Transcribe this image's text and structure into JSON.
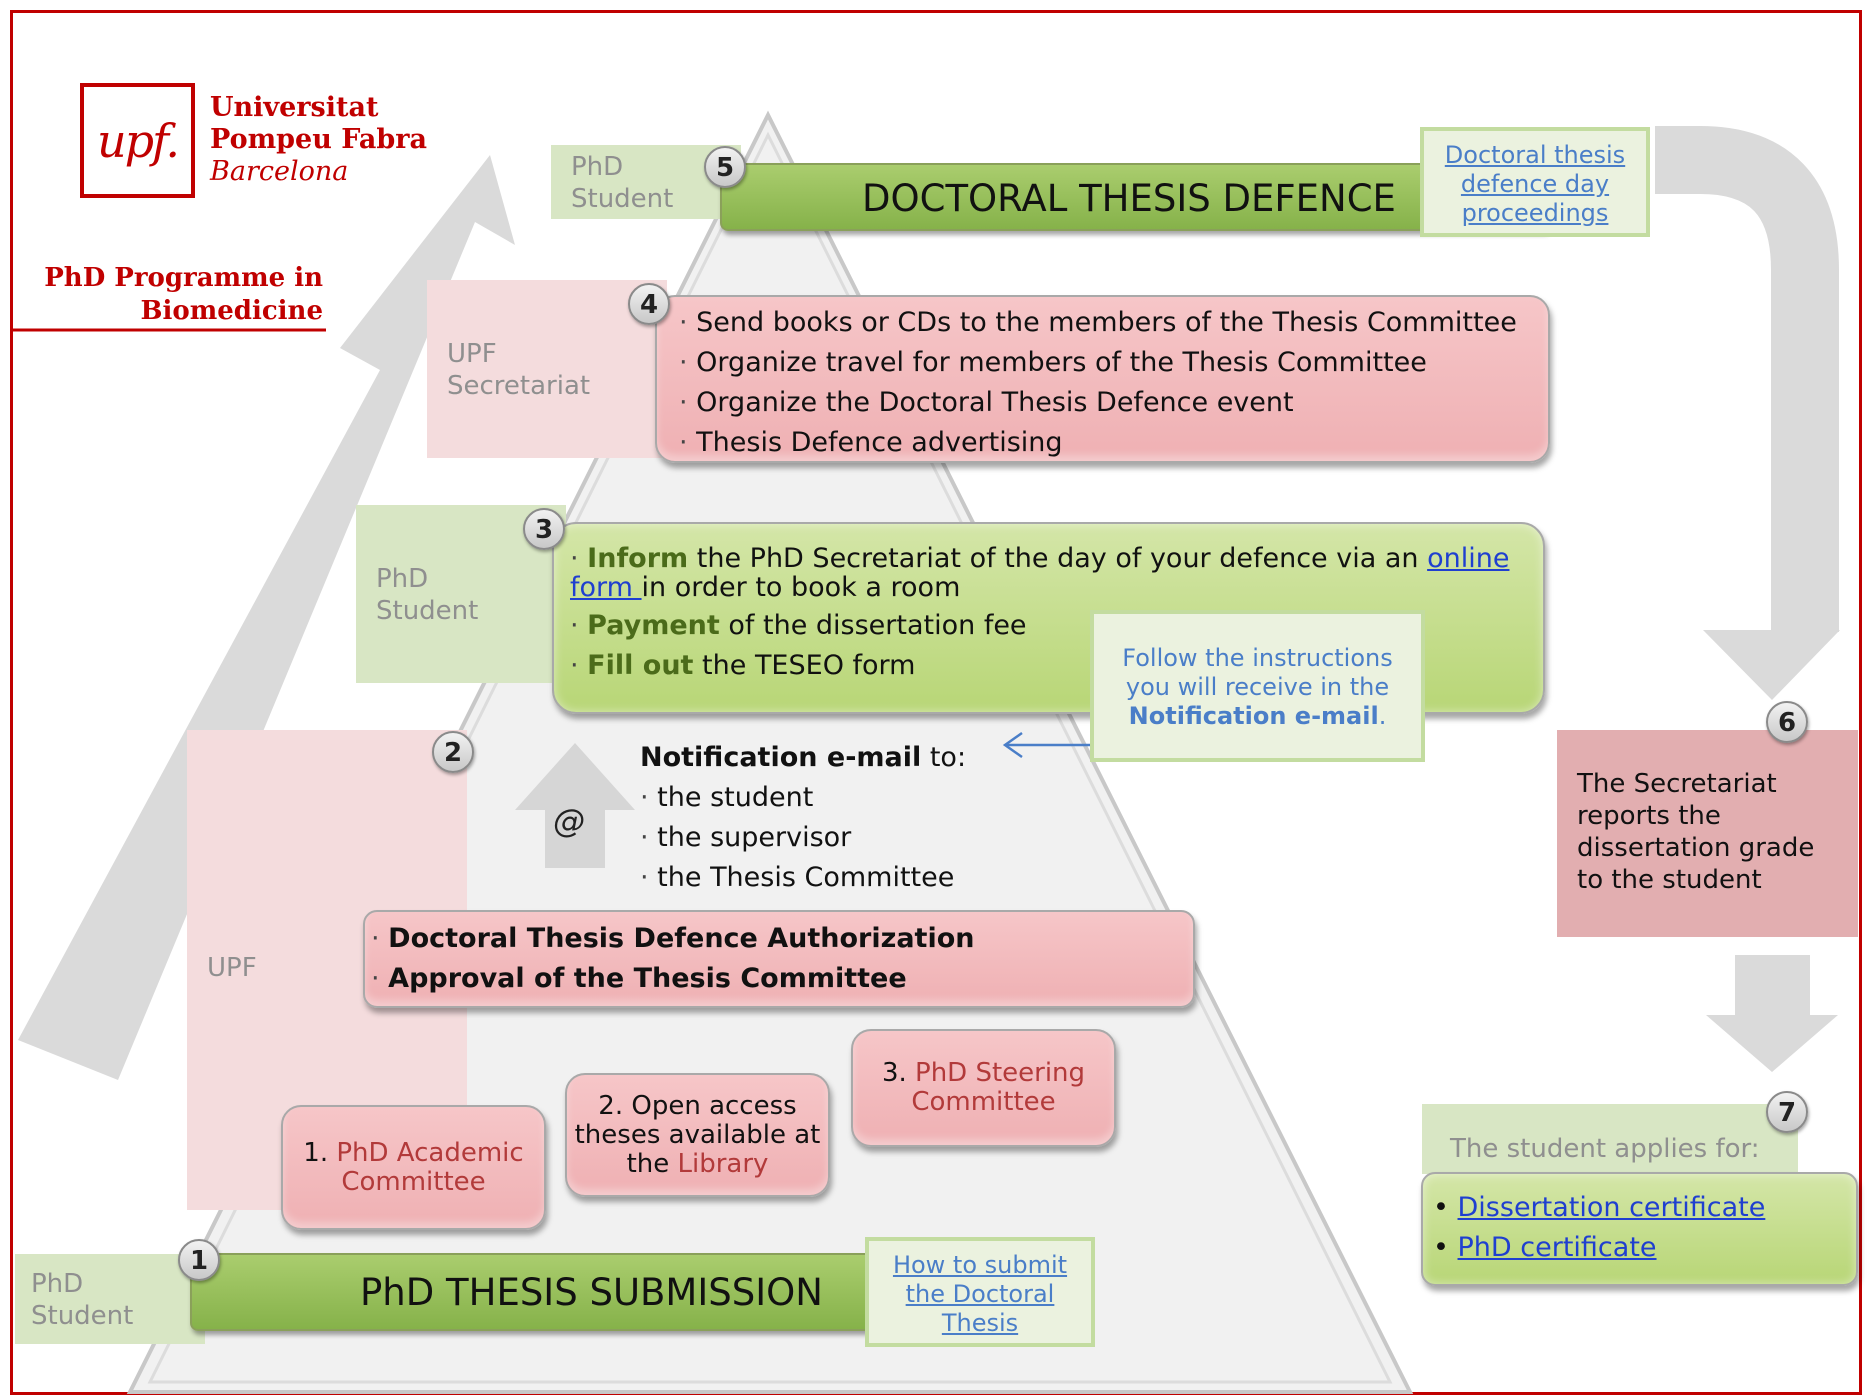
{
  "logo": {
    "mark": "upf.",
    "line1": "Universitat",
    "line2": "Pompeu Fabra",
    "line3": "Barcelona"
  },
  "programme": {
    "line1": "PhD Programme in",
    "line2": "Biomedicine"
  },
  "colors": {
    "brand_red": "#c00000",
    "green_bar": "#9bc25b",
    "pink_box": "#f2bcbe",
    "link_blue": "#4a7ec8"
  },
  "labels": {
    "student_top": "PhD Student",
    "upf_secretariat": "UPF Secretariat",
    "student_mid": "PhD Student",
    "upf": "UPF",
    "student_bottom": "PhD Student"
  },
  "step5": {
    "num": "5",
    "title": "DOCTORAL THESIS DEFENCE",
    "link": "Doctoral thesis defence day proceedings"
  },
  "step4": {
    "num": "4",
    "items": [
      "Send books or CDs to the members of the Thesis Committee",
      "Organize travel for members of the Thesis Committee",
      "Organize the Doctoral Thesis Defence event",
      "Thesis Defence advertising"
    ]
  },
  "step3": {
    "num": "3",
    "line1_bold": "Inform",
    "line1_rest": " the PhD Secretariat of the day of your defence via an ",
    "link_a": "online",
    "link_b": "form ",
    "line2_rest": " in order to book a room",
    "pay_bold": "Payment",
    "pay_rest": " of the dissertation fee",
    "fill_bold": "Fill out",
    "fill_rest": " the TESEO form",
    "note_pre": "Follow the instructions you will receive in the ",
    "note_bold": "Notification e-mail",
    "note_post": "."
  },
  "step2": {
    "num": "2",
    "at": "@",
    "notify_bold": "Notification e-mail",
    "notify_rest": " to:",
    "recipients": [
      "the student",
      "the supervisor",
      "the Thesis Committee"
    ],
    "auth": [
      "Doctoral Thesis Defence Authorization",
      "Approval of the Thesis Committee"
    ],
    "sub1": {
      "n": "1. ",
      "red": "PhD Academic Committee"
    },
    "sub2": {
      "text": "2. Open access theses available at the ",
      "red": "Library"
    },
    "sub3": {
      "n": "3. ",
      "red": "PhD Steering Committee"
    }
  },
  "step1": {
    "num": "1",
    "title": "PhD THESIS SUBMISSION",
    "link": "How to submit the Doctoral Thesis"
  },
  "step6": {
    "num": "6",
    "text": "The Secretariat reports the dissertation grade to the student"
  },
  "step7": {
    "num": "7",
    "heading": "The student applies for:",
    "links": [
      "Dissertation certificate",
      "PhD certificate"
    ]
  }
}
